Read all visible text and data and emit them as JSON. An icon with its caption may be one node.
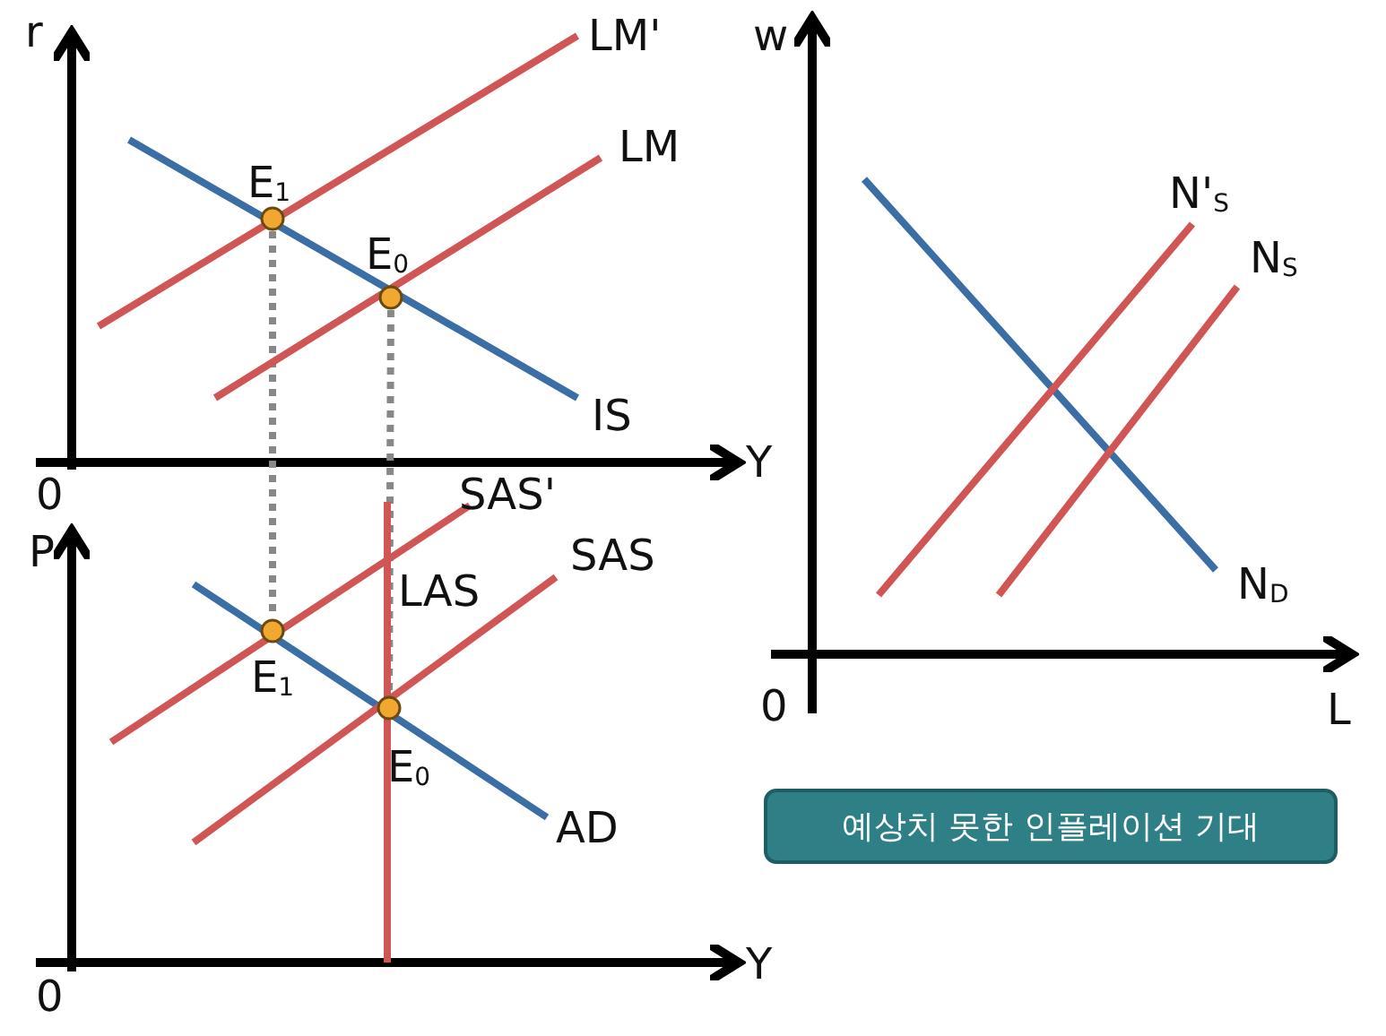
{
  "diagram": {
    "nodes": [
      {
        "text": [
          "예상치 못한 인플레이션 기대"
        ]
      },
      {
        "text": [],
        "shape": "circle"
      },
      {
        "text": [],
        "shape": "circle"
      },
      {
        "text": [],
        "shape": "circle"
      },
      {
        "text": [],
        "shape": "circle"
      }
    ],
    "edges": [
      {
        "from": 1,
        "to": 3,
        "arrow": "none",
        "style": "dashed",
        "color": "#888888"
      },
      {
        "from": 2,
        "to": 4,
        "arrow": "none",
        "style": "dashed",
        "color": "#888888"
      }
    ],
    "labels": [
      "r",
      "LM'",
      "LM",
      "E$_{1}$",
      "E$_{0}$",
      "IS",
      "Y",
      "0",
      "P",
      "SAS'",
      "SAS",
      "LAS",
      "E$_{1}$",
      "E$_{0}$",
      "AD",
      "Y",
      "0",
      "w",
      "N'$_{S}$",
      "N$_{S}$",
      "N$_{D}$",
      "0",
      "L"
    ]
  }
}
